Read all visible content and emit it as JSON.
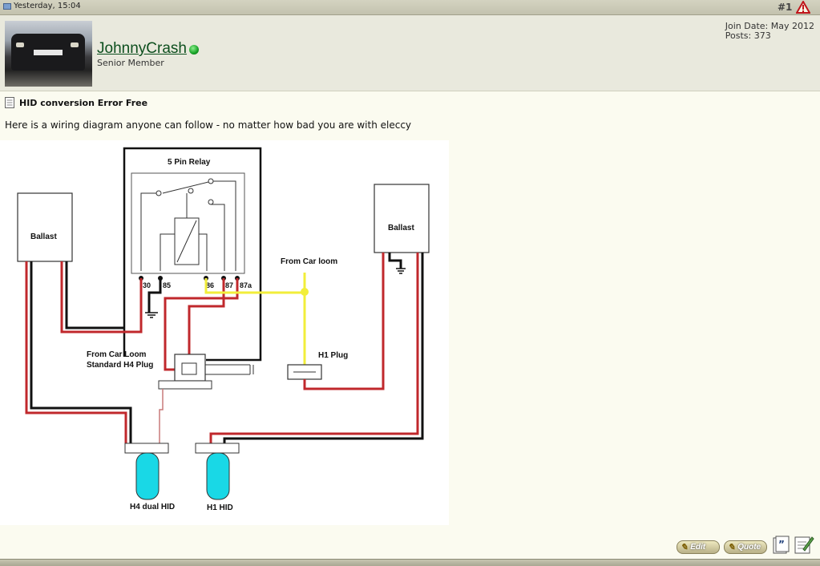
{
  "post_header": {
    "date": "Yesterday, 15:04",
    "post_number": "#1",
    "icons": {
      "date": "calendar-icon",
      "report": "warning-triangle-icon"
    }
  },
  "user": {
    "name": "JohnnyCrash",
    "title": "Senior Member",
    "join_date": "Join Date: May 2012",
    "posts": "Posts: 373",
    "status_color": "#19a82a",
    "avatar": "car-avatar"
  },
  "post": {
    "title": "HID conversion Error Free",
    "text": "Here is a wiring diagram anyone can follow - no matter how bad you are with eleccy"
  },
  "diagram": {
    "relay_label": "5 Pin Relay",
    "ballast_left": "Ballast",
    "ballast_right": "Ballast",
    "pins": [
      "30",
      "85",
      "86",
      "87",
      "87a"
    ],
    "from_car_loom": "From Car loom",
    "from_car_loom_2": "From Car Loom",
    "standard_h4": "Standard H4 Plug",
    "h1_plug": "H1 Plug",
    "h4_hid": "H4 dual HID",
    "h1_hid": "H1 HID",
    "colors": {
      "positive": "#c0282c",
      "negative": "#111111",
      "signal": "#f2ee3a",
      "bulb": "#19d8e6"
    }
  },
  "actions": {
    "edit": "Edit",
    "quote": "Quote",
    "icons": {
      "multiquote": "multi-quote-icon",
      "quick_reply": "quick-reply-icon"
    }
  }
}
